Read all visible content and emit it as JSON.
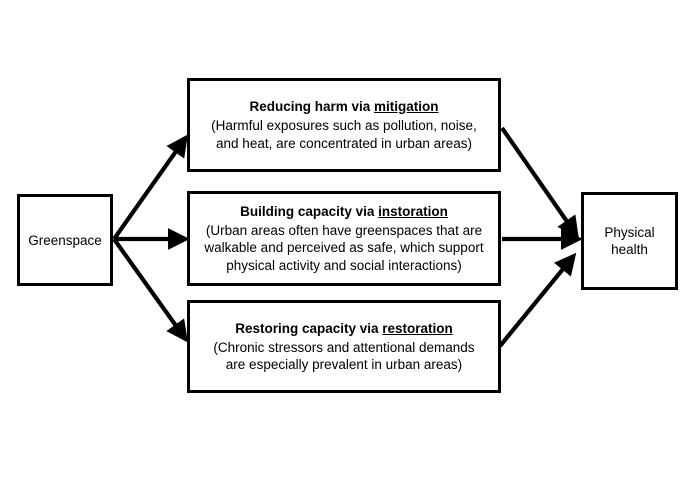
{
  "figure": {
    "type": "conceptual-pathway-diagram",
    "background_color": "#ffffff",
    "stroke_color": "#000000"
  },
  "source": {
    "label": "Greenspace"
  },
  "outcome": {
    "label_line1": "Physical",
    "label_line2": "health"
  },
  "mechanisms": [
    {
      "id": "mitigation",
      "heading_prefix": "Reducing harm via ",
      "heading_emphasis": "mitigation",
      "body_lines": [
        "(Harmful exposures such as pollution, noise,",
        "and heat, are concentrated in urban areas)"
      ]
    },
    {
      "id": "instoration",
      "heading_prefix": "Building capacity via ",
      "heading_emphasis": "instoration",
      "body_lines": [
        "(Urban areas often have greenspaces that are",
        "walkable and perceived as safe, which support",
        "physical activity and social interactions)"
      ]
    },
    {
      "id": "restoration",
      "heading_prefix": "Restoring capacity via ",
      "heading_emphasis": "restoration",
      "body_lines": [
        "(Chronic stressors and attentional demands",
        "are especially prevalent in urban areas)"
      ]
    }
  ],
  "connectors": [
    {
      "id": "greenspace-to-mitigation",
      "from": "Greenspace",
      "to": "mitigation",
      "direction": "up-right"
    },
    {
      "id": "greenspace-to-instoration",
      "from": "Greenspace",
      "to": "instoration",
      "direction": "right"
    },
    {
      "id": "greenspace-to-restoration",
      "from": "Greenspace",
      "to": "restoration",
      "direction": "down-right"
    },
    {
      "id": "mitigation-to-health",
      "from": "mitigation",
      "to": "Physical health",
      "direction": "down-right"
    },
    {
      "id": "instoration-to-health",
      "from": "instoration",
      "to": "Physical health",
      "direction": "right"
    },
    {
      "id": "restoration-to-health",
      "from": "restoration",
      "to": "Physical health",
      "direction": "up-right"
    }
  ]
}
